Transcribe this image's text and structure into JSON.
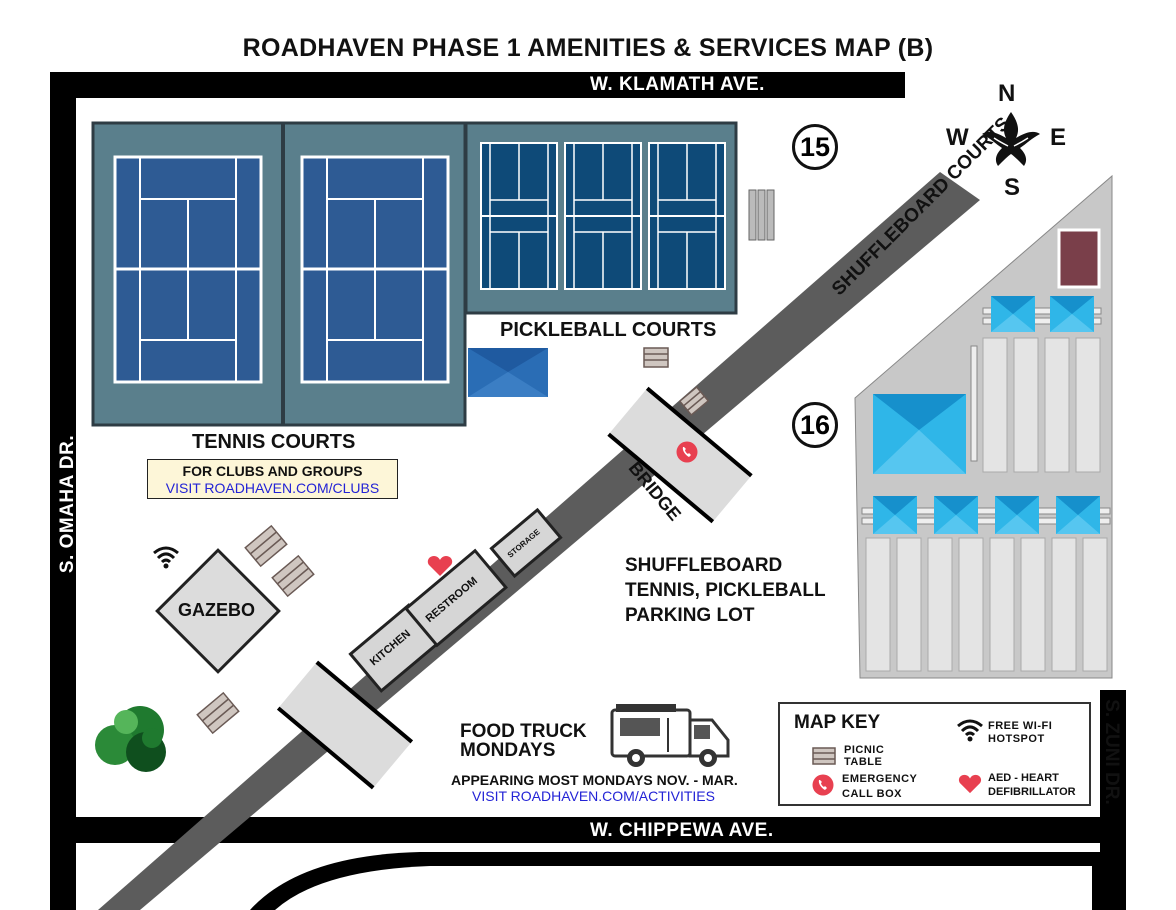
{
  "title": "ROADHAVEN PHASE 1 AMENITIES & SERVICES MAP (B)",
  "streets": {
    "north": "W. KLAMATH AVE.",
    "west": "S. OMAHA DR.",
    "south": "W. CHIPPEWA AVE.",
    "east": "S. ZUNI DR."
  },
  "compass": {
    "n": "N",
    "s": "S",
    "e": "E",
    "w": "W"
  },
  "lot_numbers": {
    "lot15": "15",
    "lot16": "16"
  },
  "areas": {
    "tennis": "TENNIS COURTS",
    "pickleball": "PICKLEBALL COURTS",
    "shuffleboard": "SHUFFLEBOARD COURTS",
    "gazebo": "GAZEBO",
    "bridge": "BRIDGE",
    "kitchen": "KITCHEN",
    "restroom": "RESTROOM",
    "storage": "STORAGE"
  },
  "clubs_note": {
    "line1": "FOR CLUBS AND GROUPS",
    "line2": "VISIT ROADHAVEN.COM/CLUBS"
  },
  "parking": {
    "line1": "SHUFFLEBOARD",
    "line2": "TENNIS, PICKLEBALL",
    "line3": "PARKING LOT"
  },
  "food_truck": {
    "line1": "FOOD TRUCK",
    "line2": "MONDAYS",
    "line3": "APPEARING MOST MONDAYS NOV. - MAR.",
    "line4": "VISIT ROADHAVEN.COM/ACTIVITIES"
  },
  "map_key": {
    "title": "MAP KEY",
    "picnic_1": "PICNIC",
    "picnic_2": "TABLE",
    "emergency_1": "EMERGENCY",
    "emergency_2": "CALL BOX",
    "wifi_1": "FREE WI-FI",
    "wifi_2": "HOTSPOT",
    "aed_1": "AED - HEART",
    "aed_2": "DEFIBRILLATOR"
  },
  "colors": {
    "court_surround": "#5a7f8c",
    "tennis_court": "#2e5b94",
    "pickleball_court": "#0e4a78",
    "canopy": "#2fb6e8",
    "road": "#5c5c5c",
    "emergency": "#e84050",
    "aed": "#e84050"
  },
  "icons": {
    "wifi": "wifi-icon",
    "heart": "heart-icon",
    "phone": "phone-icon",
    "phoenix": "phoenix-logo-icon",
    "truck": "food-truck-icon",
    "tree": "tree-icon",
    "picnic": "picnic-table-icon"
  }
}
